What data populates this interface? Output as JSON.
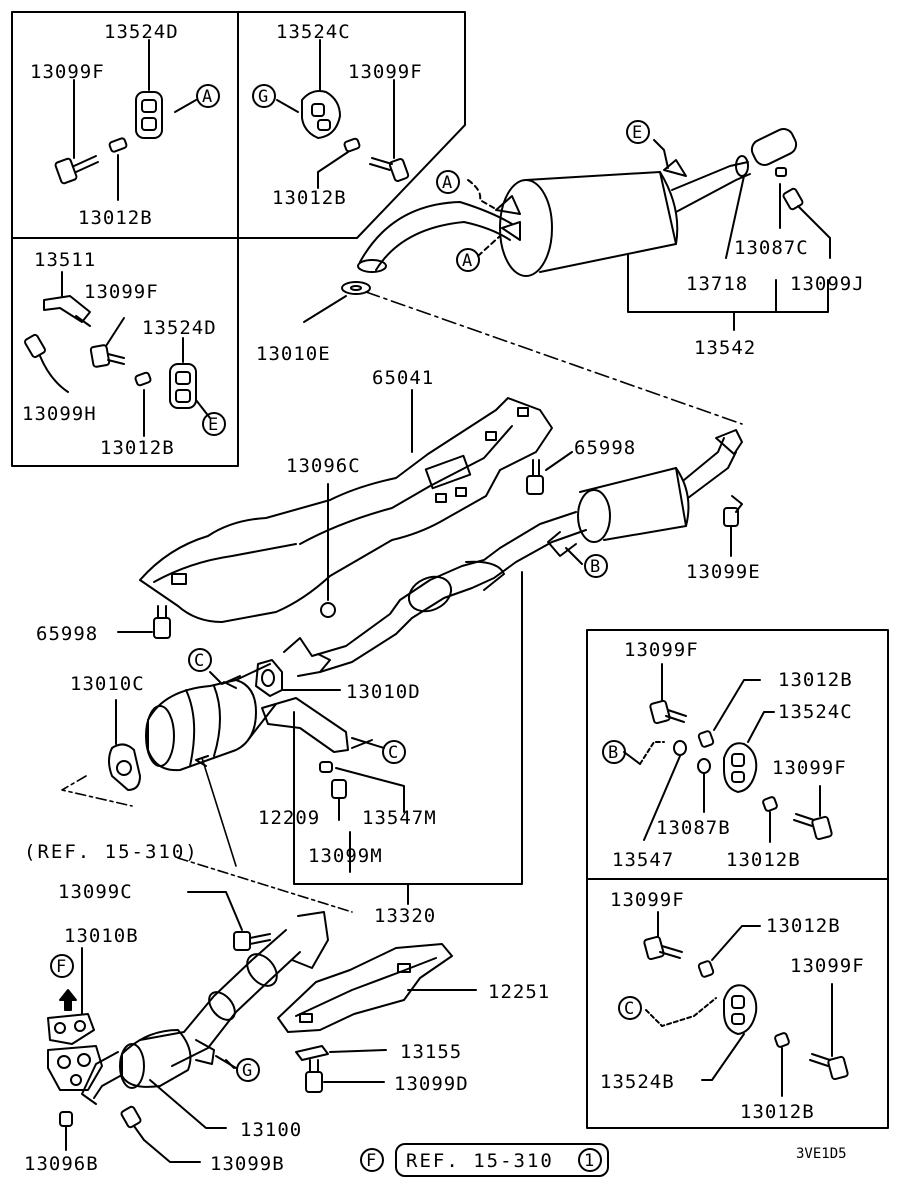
{
  "diagram_code": "3VE1D5",
  "reference": {
    "top_left_label": "(REF. 15-310)",
    "bottom_marker": "F",
    "bottom_text": "REF. 15-310",
    "bottom_number": "1"
  },
  "markers": [
    "A",
    "B",
    "C",
    "E",
    "F",
    "G"
  ],
  "parts": {
    "p13524D": "13524D",
    "p13524C": "13524C",
    "p13099F": "13099F",
    "p13012B": "13012B",
    "p13511": "13511",
    "p13099H": "13099H",
    "p13010E": "13010E",
    "p65041": "65041",
    "p13087C": "13087C",
    "p13718": "13718",
    "p13099J": "13099J",
    "p13542": "13542",
    "p13096C": "13096C",
    "p65998": "65998",
    "p13099E": "13099E",
    "p13010C": "13010C",
    "p13010D": "13010D",
    "p12209": "12209",
    "p13547M": "13547M",
    "p13099M": "13099M",
    "p13320": "13320",
    "p13099C": "13099C",
    "p13010B": "13010B",
    "p12251": "12251",
    "p13155": "13155",
    "p13099D": "13099D",
    "p13100": "13100",
    "p13096B": "13096B",
    "p13099B": "13099B",
    "p13087B": "13087B",
    "p13547": "13547",
    "p13524B": "13524B"
  }
}
